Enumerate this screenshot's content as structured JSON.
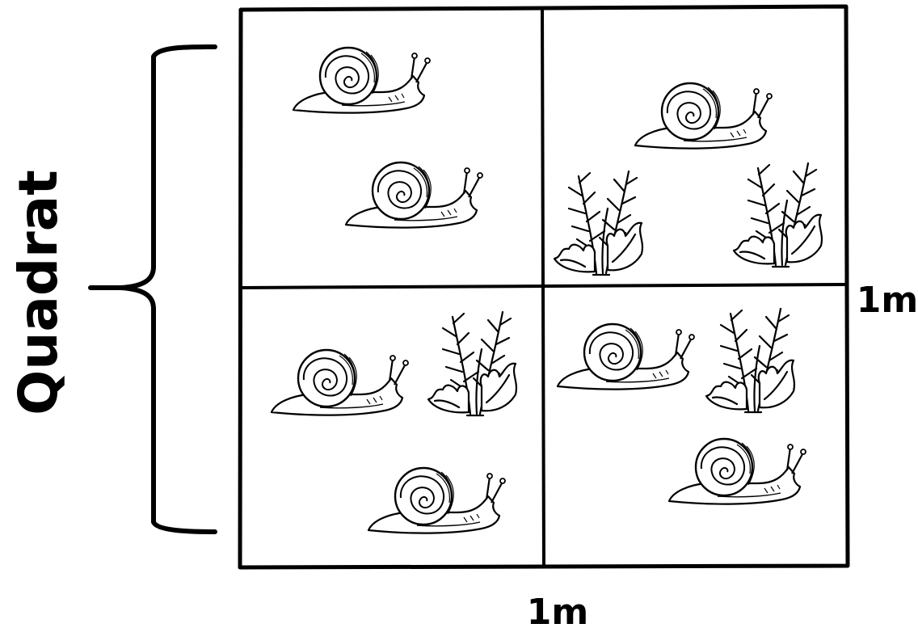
{
  "labels": {
    "bracket_label": "Quadrat",
    "right_side": "1m",
    "bottom_side": "1m"
  },
  "quadrat": {
    "cells": [
      {
        "position": "top-left",
        "snails": 2,
        "plants": 0
      },
      {
        "position": "top-right",
        "snails": 1,
        "plants": 2
      },
      {
        "position": "bottom-left",
        "snails": 2,
        "plants": 1
      },
      {
        "position": "bottom-right",
        "snails": 2,
        "plants": 1
      }
    ]
  },
  "colors": {
    "ink": "#000000",
    "background": "#ffffff"
  },
  "icons": [
    "snail-icon",
    "seaweed-icon"
  ]
}
